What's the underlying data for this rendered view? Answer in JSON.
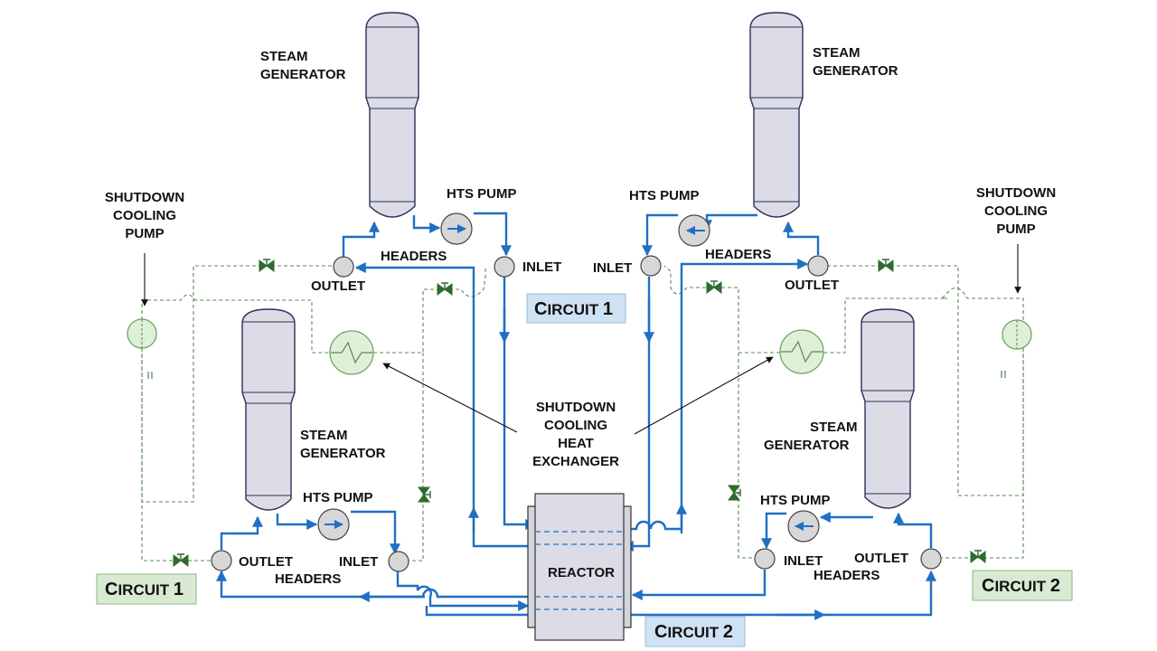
{
  "labels": {
    "steam_generator": [
      "STEAM",
      "GENERATOR"
    ],
    "hts_pump": "HTS PUMP",
    "headers": "HEADERS",
    "inlet": "INLET",
    "outlet": "OUTLET",
    "shutdown_cooling_pump": [
      "SHUTDOWN",
      "COOLING",
      "PUMP"
    ],
    "shutdown_cooling_heat_exchanger": [
      "SHUTDOWN",
      "COOLING",
      "HEAT",
      "EXCHANGER"
    ],
    "reactor": "REACTOR"
  },
  "circuits": {
    "circuit1": {
      "initial": "C",
      "rest": "IRCUIT",
      "num": "1"
    },
    "circuit2": {
      "initial": "C",
      "rest": "IRCUIT",
      "num": "2"
    }
  },
  "colors": {
    "pipe": "#1f6fc4",
    "circuit1_box": "#cfe2f3",
    "circuit_green_box": "#d9ead3",
    "vessel": "#dcdce6",
    "header": "#d7d7d7",
    "cooling_equipment": "#dff0d8",
    "valve": "#2e6b2e"
  }
}
